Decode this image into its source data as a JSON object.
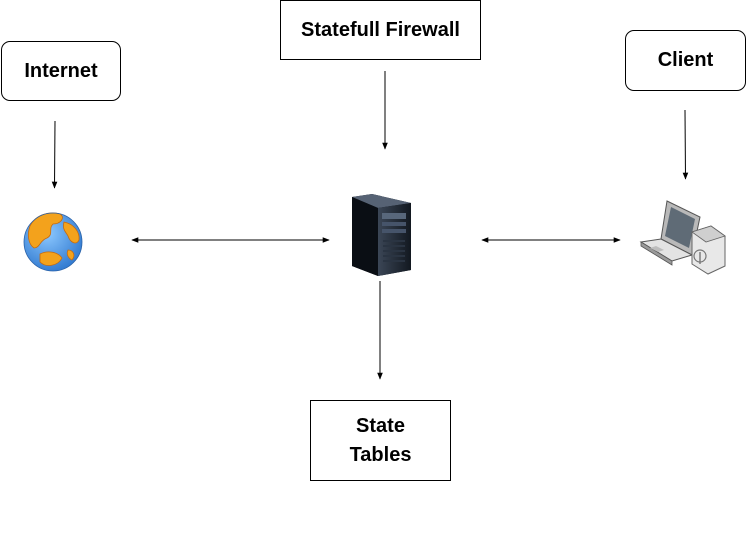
{
  "nodes": {
    "internet": {
      "label": "Internet",
      "icon": "globe-icon"
    },
    "firewall": {
      "label": "Statefull Firewall",
      "icon": "server-tower-icon"
    },
    "client": {
      "label": "Client",
      "icon": "laptop-icon"
    },
    "state_tables": {
      "label_line1": "State",
      "label_line2": "Tables"
    }
  },
  "colors": {
    "stroke": "#000000",
    "globe_ocean": "#3f8fe0",
    "globe_land": "#f3a21c",
    "server_body": "#1f2733",
    "laptop_body": "#d6d6d6"
  }
}
